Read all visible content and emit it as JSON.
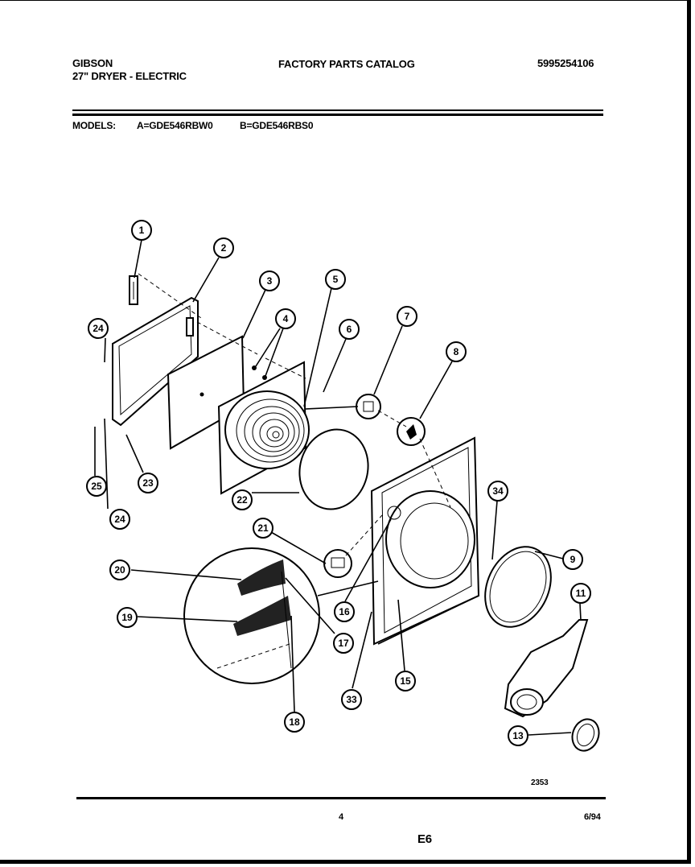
{
  "header": {
    "brand": "GIBSON",
    "product": "27\" DRYER - ELECTRIC",
    "catalog_title": "FACTORY PARTS CATALOG",
    "catalog_number": "5995254106"
  },
  "models": {
    "label": "MODELS:",
    "a": "A=GDE546RBW0",
    "b": "B=GDE546RBS0"
  },
  "diagram": {
    "callouts": [
      "1",
      "2",
      "3",
      "4",
      "5",
      "6",
      "7",
      "8",
      "9",
      "11",
      "13",
      "15",
      "16",
      "17",
      "18",
      "19",
      "20",
      "21",
      "22",
      "23",
      "24",
      "24",
      "25",
      "33",
      "34"
    ],
    "drawing_number": "2353"
  },
  "footer": {
    "page_number": "4",
    "date": "6/94",
    "section_code": "E6"
  }
}
